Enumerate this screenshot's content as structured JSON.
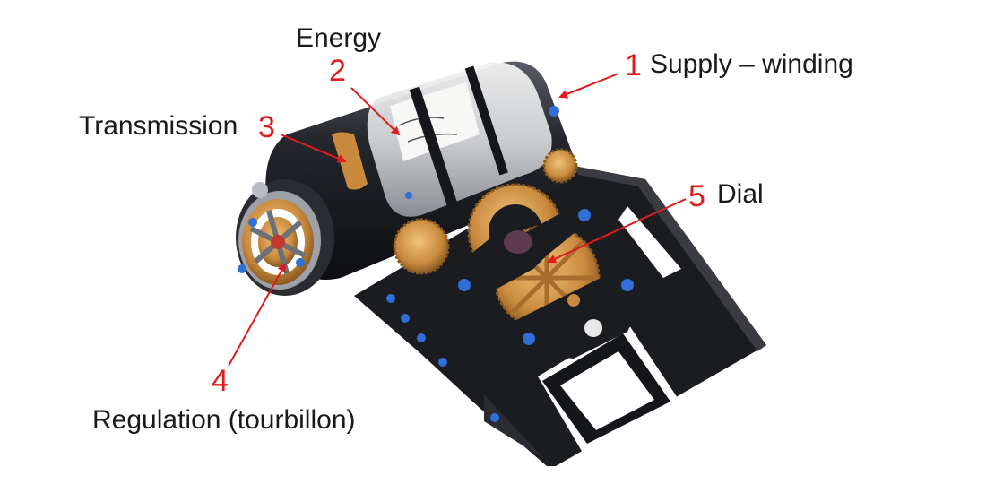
{
  "labels": {
    "supply": {
      "number": "1",
      "text": "Supply – winding"
    },
    "energy": {
      "number": "2",
      "text": "Energy"
    },
    "transmission": {
      "number": "3",
      "text": "Transmission"
    },
    "regulation": {
      "number": "4",
      "text": "Regulation (tourbillon)"
    },
    "dial": {
      "number": "5",
      "text": "Dial"
    }
  },
  "colors": {
    "arrow": "#e11a1a",
    "frame": "#1b1c20",
    "gold": "#c98a3e",
    "screw": "#2f6fd6"
  }
}
